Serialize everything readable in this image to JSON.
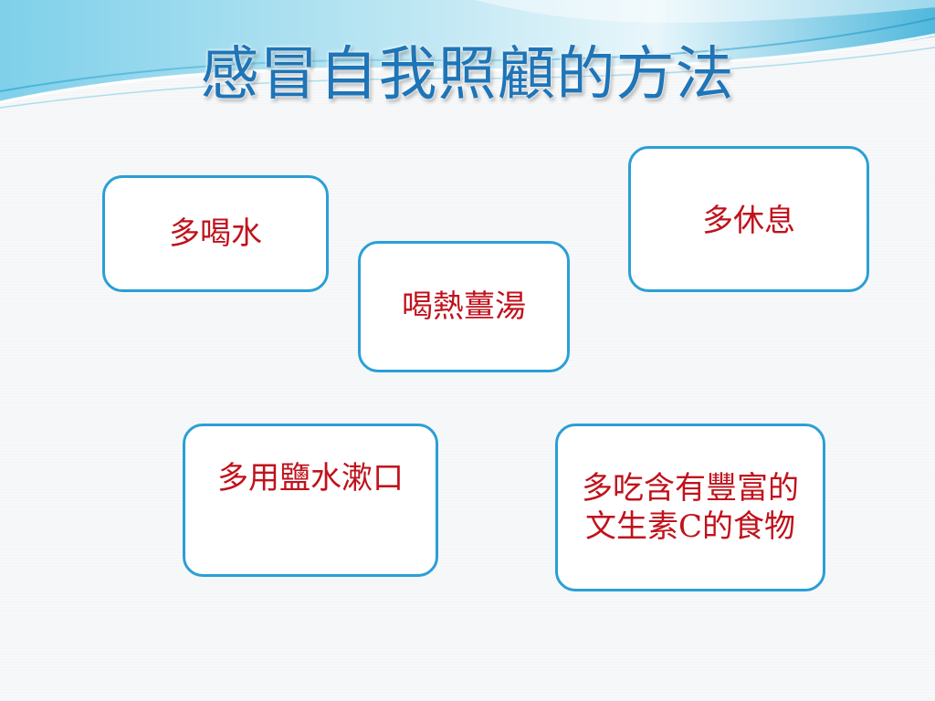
{
  "slide": {
    "title": "感冒自我照顧的方法",
    "cards": [
      "多喝水",
      "多休息",
      "喝熱薑湯",
      "多用鹽水漱口",
      "多吃含有豐富的文生素C的食物"
    ]
  },
  "colors": {
    "title": "#1e75b8",
    "card_border": "#2a9fd6",
    "card_text": "#c0121c",
    "wave_light": "#bfe7f3",
    "wave_dark": "#4fb8dc"
  }
}
